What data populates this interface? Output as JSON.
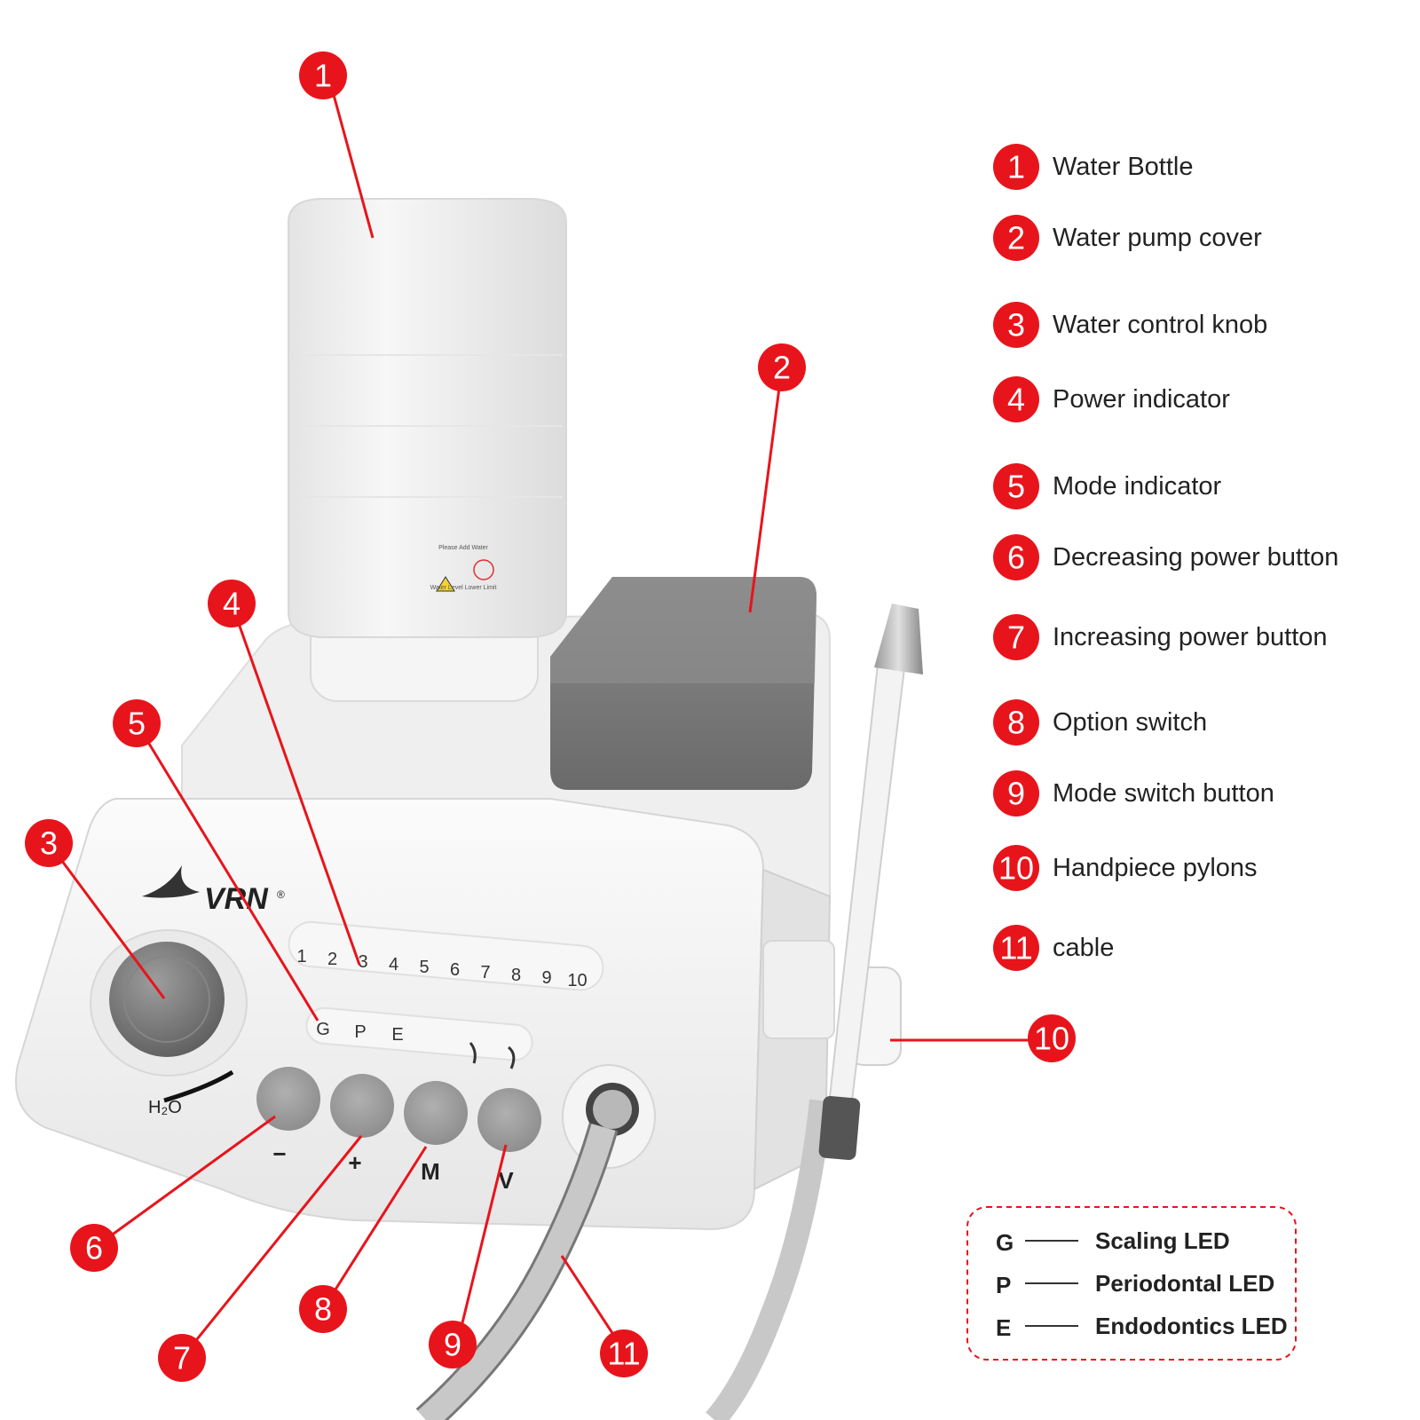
{
  "legend": [
    {
      "num": "1",
      "label": "Water Bottle"
    },
    {
      "num": "2",
      "label": "Water pump cover"
    },
    {
      "num": "3",
      "label": "Water control knob"
    },
    {
      "num": "4",
      "label": "Power indicator"
    },
    {
      "num": "5",
      "label": "Mode indicator"
    },
    {
      "num": "6",
      "label": "Decreasing power button"
    },
    {
      "num": "7",
      "label": "Increasing power button"
    },
    {
      "num": "8",
      "label": "Option switch"
    },
    {
      "num": "9",
      "label": "Mode switch button"
    },
    {
      "num": "10",
      "label": "Handpiece pylons"
    },
    {
      "num": "11",
      "label": "cable"
    }
  ],
  "callouts": [
    "1",
    "2",
    "3",
    "4",
    "5",
    "6",
    "7",
    "8",
    "9",
    "10",
    "11"
  ],
  "device": {
    "brand": "VRN",
    "registered": "®",
    "bottle_warning": "Please Add Water",
    "bottle_limit": "Water Level Lower Limit",
    "power_levels": [
      "1",
      "2",
      "3",
      "4",
      "5",
      "6",
      "7",
      "8",
      "9",
      "10"
    ],
    "modes": [
      "G",
      "P",
      "E"
    ],
    "water_label": "H₂O",
    "button_symbols": [
      "−",
      "+",
      "M",
      "V"
    ]
  },
  "led_legend": [
    {
      "key": "G",
      "label": "Scaling LED"
    },
    {
      "key": "P",
      "label": "Periodontal LED"
    },
    {
      "key": "E",
      "label": "Endodontics LED"
    }
  ],
  "colors": {
    "accent": "#e8141b",
    "body": "#f2f2f2",
    "button": "#9a9a9a",
    "cover": "#7a7a7a"
  }
}
